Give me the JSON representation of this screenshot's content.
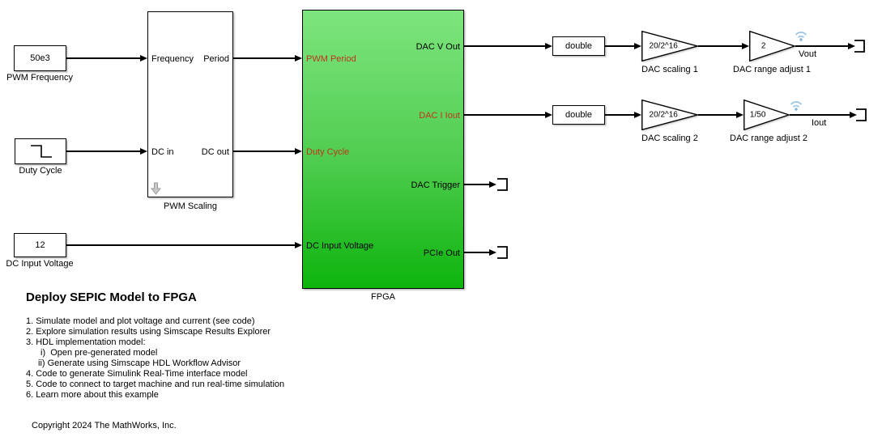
{
  "blocks": {
    "pwm_frequency": {
      "value": "50e3",
      "label": "PWM Frequency"
    },
    "duty_cycle": {
      "label": "Duty Cycle"
    },
    "dc_input_voltage": {
      "value": "12",
      "label": "DC Input Voltage"
    },
    "pwm_scaling": {
      "label": "PWM Scaling",
      "port_frequency": "Frequency",
      "port_dc_in": "DC in",
      "port_period": "Period",
      "port_dc_out": "DC out"
    },
    "fpga": {
      "label": "FPGA",
      "port_pwm_period": "PWM Period",
      "port_duty_cycle": "Duty Cycle",
      "port_dc_input_voltage": "DC Input Voltage",
      "port_dac_v_out": "DAC V Out",
      "port_dac_i_iout": "DAC I Iout",
      "port_dac_trigger": "DAC Trigger",
      "port_pcie_out": "PCIe Out"
    },
    "data_type_1": {
      "value": "double"
    },
    "data_type_2": {
      "value": "double"
    },
    "dac_scaling_1": {
      "gain": "20/2^16",
      "label": "DAC scaling 1"
    },
    "dac_range_adjust_1": {
      "gain": "2",
      "label": "DAC range adjust 1"
    },
    "dac_scaling_2": {
      "gain": "20/2^16",
      "label": "DAC scaling 2"
    },
    "dac_range_adjust_2": {
      "gain": "1/50",
      "label": "DAC range adjust 2"
    }
  },
  "signals": {
    "vout": "Vout",
    "iout": "Iout"
  },
  "annotation": {
    "title": "Deploy SEPIC Model to FPGA",
    "items": [
      "1. Simulate model and plot voltage and current (see code)",
      "2. Explore simulation results using Simscape Results Explorer",
      "3. HDL implementation model:",
      "i)  Open pre-generated model",
      "ii) Generate using Simscape HDL Workflow Advisor",
      "4. Code to generate Simulink Real-Time interface model",
      "5. Code to connect to target machine and run real-time simulation",
      "6. Learn more about this example"
    ]
  },
  "copyright": "Copyright 2024 The MathWorks, Inc.",
  "colors": {
    "fpga_gradient_top": "#7ee57e",
    "fpga_gradient_bottom": "#0db40d",
    "red_port_label": "#c0341d",
    "wifi_badge_blue": "#9cc6e6",
    "down_arrow_gray": "#c8c8c8"
  }
}
